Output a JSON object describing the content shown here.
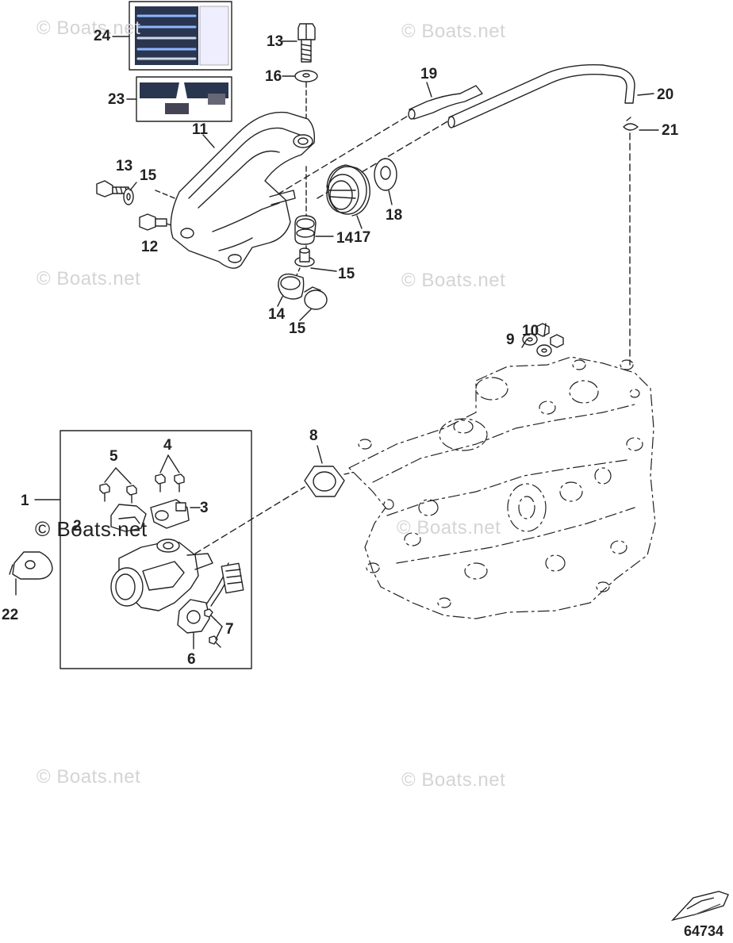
{
  "watermark": "© Boats.net",
  "callouts": [
    "24",
    "23",
    "13",
    "16",
    "19",
    "20",
    "21",
    "11",
    "13",
    "15",
    "12",
    "14",
    "17",
    "18",
    "14",
    "15",
    "15",
    "14",
    "15",
    "9",
    "10",
    "8",
    "1",
    "5",
    "4",
    "3",
    "2",
    "22",
    "7",
    "6"
  ],
  "reference_number": "64734",
  "colors": {
    "line": "#222222",
    "watermark": "#d4d4d4",
    "background": "#ffffff"
  }
}
